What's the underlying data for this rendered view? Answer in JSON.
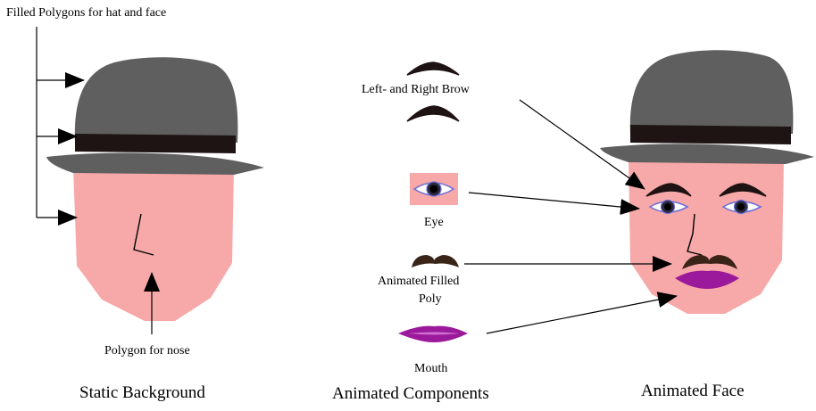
{
  "labels": {
    "filled_polygons": "Filled Polygons for hat and face",
    "polygon_nose": "Polygon for nose",
    "left_right_brow": "Left- and Right Brow",
    "eye": "Eye",
    "animated_filled_poly_line1": "Animated Filled",
    "animated_filled_poly_line2": "Poly",
    "mouth": "Mouth"
  },
  "captions": {
    "static_background": "Static Background",
    "animated_components": "Animated Components",
    "animated_face": "Animated Face"
  },
  "colors": {
    "hat": "#5f5f5f",
    "hat_band": "#1e1414",
    "face": "#f7a8a8",
    "brow": "#1e1212",
    "mustache": "#3a2418",
    "mouth": "#9b1a9b",
    "mouth_highlight": "#d070d0",
    "eye_outline": "#6f6fd8",
    "eye_iris": "#2a2a3e",
    "eye_pupil": "#000000",
    "eye_patch": "#f7a8a8",
    "line": "#000000"
  }
}
